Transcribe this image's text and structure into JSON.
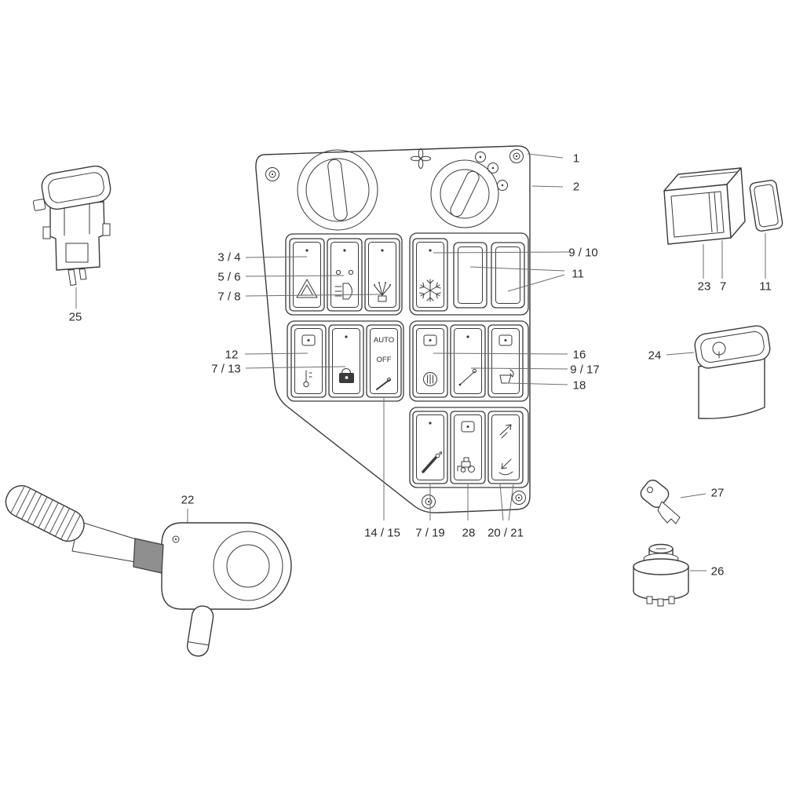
{
  "figure": {
    "background": "#ffffff",
    "line_color": "#3a3a3a",
    "boot_gray": "#8f8f8f"
  },
  "panel": {
    "auto": "AUTO",
    "off": "OFF"
  },
  "callouts": {
    "n1": "1",
    "n2": "2",
    "n3_4": "3 / 4",
    "n5_6": "5 / 6",
    "n7_8": "7 / 8",
    "n9_10": "9 / 10",
    "n11": "11",
    "n12": "12",
    "n7_13": "7 / 13",
    "n14_15": "14 / 15",
    "n16": "16",
    "n9_17": "9 / 17",
    "n18": "18",
    "n7_19": "7 / 19",
    "n20_21": "20 / 21",
    "n22": "22",
    "n23": "23",
    "n24": "24",
    "n25": "25",
    "n26": "26",
    "n27": "27",
    "n28": "28",
    "n7_right": "7",
    "n11_right": "11"
  }
}
